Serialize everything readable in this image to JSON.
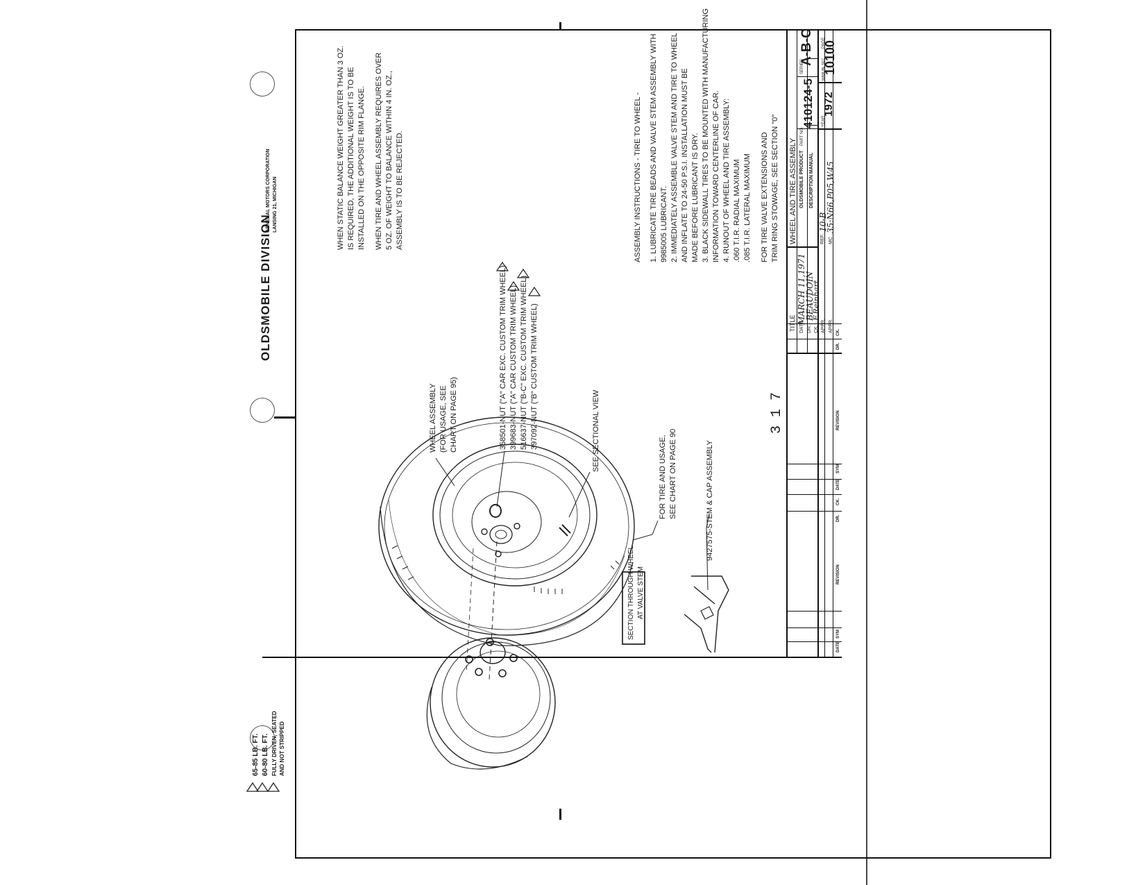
{
  "header": {
    "division": "OLDSMOBILE DIVISION",
    "corporation": "GENERAL MOTORS CORPORATION",
    "location": "LANSING 21, MICHIGAN"
  },
  "balance_notes": [
    "WHEN STATIC BALANCE WEIGHT GREATER THAN 3 OZ.",
    "IS REQUIRED, THE ADDITIONAL WEIGHT IS TO BE",
    "INSTALLED ON THE OPPOSITE RIM FLANGE.",
    "WHEN TIRE AND WHEEL ASSEMBLY REQUIRES OVER",
    "5 OZ. OF WEIGHT TO BALANCE WITHIN 4 IN. OZ.,",
    "ASSEMBLY IS TO BE REJECTED."
  ],
  "assembly": {
    "heading": "ASSEMBLY INSTRUCTIONS - TIRE TO WHEEL -",
    "lines": [
      "1.  LUBRICATE TIRE BEADS AND VALVE STEM ASSEMBLY WITH",
      "     9985005 LUBRICANT.",
      "2.  IMMEDIATELY ASSEMBLE VALVE STEM AND TIRE TO WHEEL",
      "     AND INFLATE TO 24-50 P.S.I.  INSTALLATION MUST BE",
      "     MADE BEFORE LUBRICANT IS DRY.",
      "3.  BLACK SIDEWALL TIRES TO BE MOUNTED WITH MANUFACTURING",
      "     INFORMATION TOWARD CENTERLINE OF CAR.",
      "4.  RUNOUT OF WHEEL AND TIRE ASSEMBLY:",
      "         .060 T.I.R. RADIAL MAXIMUM",
      "         .085 T.I.R. LATERAL MAXIMUM"
    ],
    "valve_note": [
      "FOR TIRE VALVE EXTENSIONS AND",
      "TRIM RING STOWAGE, SEE SECTION \"0\""
    ]
  },
  "callouts": {
    "wheel_assembly": [
      "WHEEL ASSEMBLY",
      "(FOR USAGE, SEE",
      "CHART ON PAGE 95)"
    ],
    "nuts": [
      "358501-NUT (\"A\" CAR EXC. CUSTOM TRIM WHEEL)",
      "399683-NUT (\"A\" CAR CUSTOM TRIM WHEEL)",
      "516637-NUT (\"B-C\" EXC. CUSTOM TRIM WHEEL)",
      "397092-NUT (\"B\" CUSTOM TRIM WHEEL)"
    ],
    "sectional": "SEE SECTIONAL VIEW",
    "tire_usage": [
      "FOR TIRE AND USAGE,",
      "SEE CHART ON PAGE 90"
    ],
    "stem": "9427575-STEM & CAP ASSEMBLY",
    "section_box": [
      "SECTION THROUGH WHEEL",
      "AT VALVE STEM"
    ],
    "page_stamp": "3 1 7"
  },
  "torque_notes": [
    "65-85 LB. FT.",
    "60-80 LB. FT.",
    "FULLY DRIVEN, SEATED",
    "AND NOT STRIPPED"
  ],
  "title_block": {
    "title_label": "TITLE",
    "title": "WHEEL AND TIRE ASSEMBLY",
    "date_label": "DATE",
    "date": "MARCH 11,1971",
    "dr_label": "DR.",
    "dr": "BEAUDOIN",
    "ck_label": "CK.",
    "ck": "F.Reinhart",
    "appr_label": "APPR.",
    "appr2_label": "APPR.",
    "product_label": "OLDSMOBILE PRODUCT",
    "manual_label": "DESCRIPTION MANUAL",
    "part_label": "PART NO.",
    "part_no": "410124-5",
    "series_label": "SERIES",
    "series": "A-B-C",
    "ref_label": "REF.",
    "ref": "10-B",
    "mc_label": "MC",
    "mc": "35:N66,P05,W45",
    "year_label": "YEAR",
    "year": "1972",
    "manual_sec_label": "MANUAL SEC.",
    "manual_sec": "10",
    "page_label": "PAGE",
    "page": "100",
    "revision_headers": [
      "DATE",
      "SYM",
      "REVISION",
      "DR.",
      "CK.",
      "DATE",
      "SYM",
      "REVISION",
      "DR.",
      "CK."
    ]
  }
}
